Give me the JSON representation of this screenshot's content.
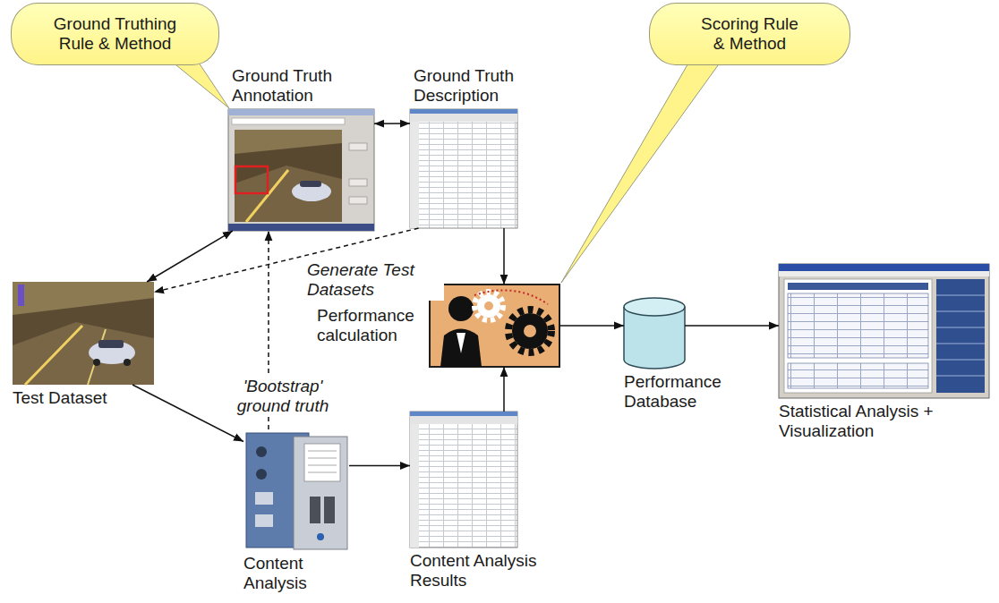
{
  "diagram": {
    "nodes": [
      {
        "text": [
          "Ground Truthing Rule & Method"
        ]
      },
      {
        "text": [
          "Ground Truth Annotation"
        ]
      },
      {
        "text": [
          "Ground Truth Description"
        ]
      },
      {
        "text": [
          "Scoring Rule & Method"
        ]
      },
      {
        "text": [
          "Test Dataset"
        ]
      },
      {
        "text": [
          "Performance calculation"
        ]
      },
      {
        "text": [
          "Performance Database"
        ]
      },
      {
        "text": [
          "Statistical Analysis + Visualization"
        ]
      },
      {
        "text": [
          "Content Analysis"
        ]
      },
      {
        "text": [
          "Content Analysis Results"
        ]
      }
    ],
    "edges": [
      {
        "from": 1,
        "to": 2,
        "arrow": "both"
      },
      {
        "from": 4,
        "to": 1,
        "arrow": "both"
      },
      {
        "from": 2,
        "to": 4,
        "arrow": "to",
        "label": "Generate Test Datasets"
      },
      {
        "from": 8,
        "to": 1,
        "arrow": "to",
        "label": "'Bootstrap' ground truth"
      },
      {
        "from": 4,
        "to": 8,
        "arrow": "to"
      },
      {
        "from": 8,
        "to": 9,
        "arrow": "to"
      },
      {
        "from": 9,
        "to": 5,
        "arrow": "to"
      },
      {
        "from": 2,
        "to": 5,
        "arrow": "to"
      },
      {
        "from": 5,
        "to": 6,
        "arrow": "to"
      },
      {
        "from": 6,
        "to": 7,
        "arrow": "to"
      }
    ]
  }
}
